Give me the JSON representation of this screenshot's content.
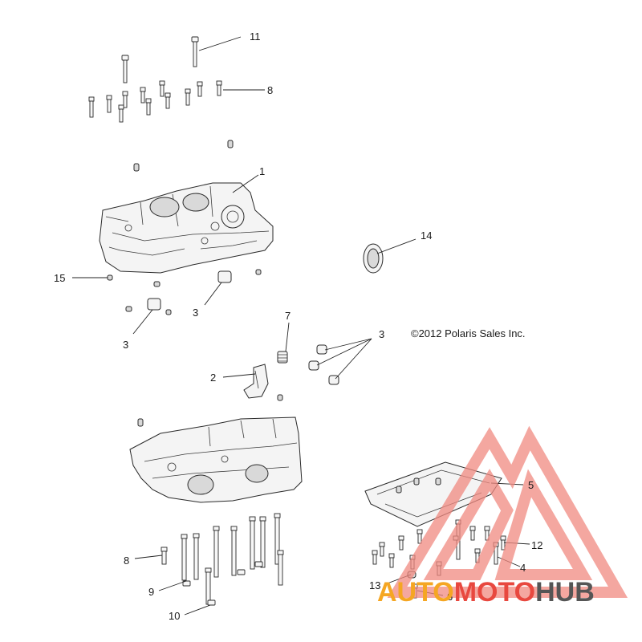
{
  "copyright": "©2012 Polaris Sales Inc.",
  "callouts": {
    "c1": "1",
    "c2": "2",
    "c3a": "3",
    "c3b": "3",
    "c3c": "3",
    "c4": "4",
    "c5": "5",
    "c6": "6",
    "c7": "7",
    "c8a": "8",
    "c8b": "8",
    "c9": "9",
    "c10": "10",
    "c11": "11",
    "c12": "12",
    "c13": "13",
    "c14": "14",
    "c15": "15"
  },
  "watermark": {
    "part1": "AUTO",
    "part2": "MOTO",
    "part3": "HUB",
    "colors": {
      "orange": "#f5a623",
      "red": "#e8483f",
      "gray": "#555555",
      "triangle": "#f08a80"
    }
  }
}
